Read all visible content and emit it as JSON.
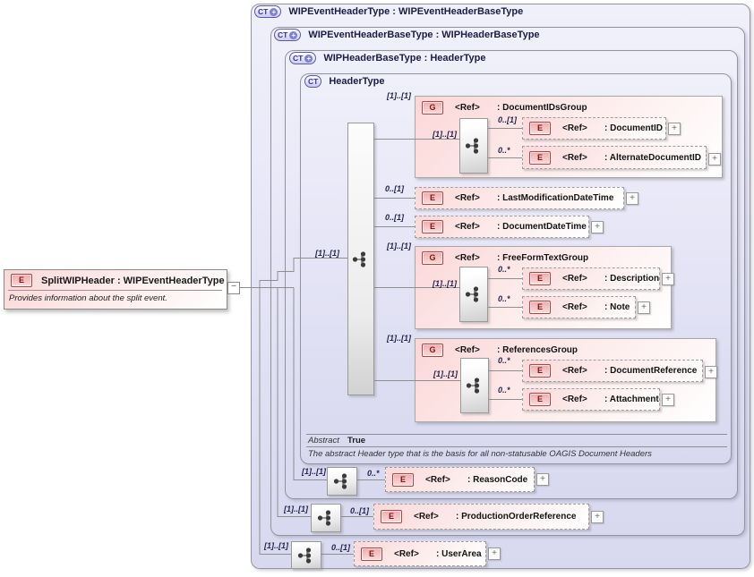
{
  "badges": {
    "ct": "CT",
    "e": "E",
    "g": "G",
    "plus": "+",
    "minus": "−"
  },
  "left_element": {
    "title": "SplitWIPHeader : WIPEventHeaderType",
    "annotation": "Provides information about the split event."
  },
  "containers": {
    "wip_event_header_type": {
      "title": "WIPEventHeaderType : WIPEventHeaderBaseType"
    },
    "wip_event_header_base_type": {
      "title": "WIPEventHeaderBaseType : WIPHeaderBaseType"
    },
    "wip_header_base_type": {
      "title": "WIPHeaderBaseType : HeaderType"
    },
    "header_type": {
      "title": "HeaderType",
      "abstract_label": "Abstract",
      "abstract_value": "True",
      "footnote": "The abstract Header type that is the basis for all non-statusable OAGIS Document Headers",
      "sequence_cardinality": "[1]..[1]"
    }
  },
  "groups": {
    "document_ids": {
      "cardinality": "[1]..[1]",
      "ref": "<Ref>",
      "name": ": DocumentIDsGroup",
      "inner_cardinality": "[1]..[1]"
    },
    "free_form_text": {
      "cardinality": "[1]..[1]",
      "ref": "<Ref>",
      "name": ": FreeFormTextGroup",
      "inner_cardinality": "[1]..[1]"
    },
    "references": {
      "cardinality": "[1]..[1]",
      "ref": "<Ref>",
      "name": ": ReferencesGroup",
      "inner_cardinality": "[1]..[1]"
    }
  },
  "elements": {
    "document_id": {
      "cardinality": "0..[1]",
      "ref": "<Ref>",
      "name": ": DocumentID"
    },
    "alternate_document_id": {
      "cardinality": "0..*",
      "ref": "<Ref>",
      "name": ": AlternateDocumentID"
    },
    "last_modification_date_time": {
      "cardinality": "0..[1]",
      "ref": "<Ref>",
      "name": ": LastModificationDateTime"
    },
    "document_date_time": {
      "cardinality": "0..[1]",
      "ref": "<Ref>",
      "name": ": DocumentDateTime"
    },
    "description": {
      "cardinality": "0..*",
      "ref": "<Ref>",
      "name": ": Description"
    },
    "note": {
      "cardinality": "0..*",
      "ref": "<Ref>",
      "name": ": Note"
    },
    "document_reference": {
      "cardinality": "0..*",
      "ref": "<Ref>",
      "name": ": DocumentReference"
    },
    "attachment": {
      "cardinality": "0..*",
      "ref": "<Ref>",
      "name": ": Attachment"
    },
    "reason_code": {
      "sequence_cardinality": "[1]..[1]",
      "cardinality": "0..*",
      "ref": "<Ref>",
      "name": ": ReasonCode"
    },
    "production_order_reference": {
      "sequence_cardinality": "[1]..[1]",
      "cardinality": "0..[1]",
      "ref": "<Ref>",
      "name": ": ProductionOrderReference"
    },
    "user_area": {
      "sequence_cardinality": "[1]..[1]",
      "cardinality": "0..[1]",
      "ref": "<Ref>",
      "name": ": UserArea"
    }
  }
}
